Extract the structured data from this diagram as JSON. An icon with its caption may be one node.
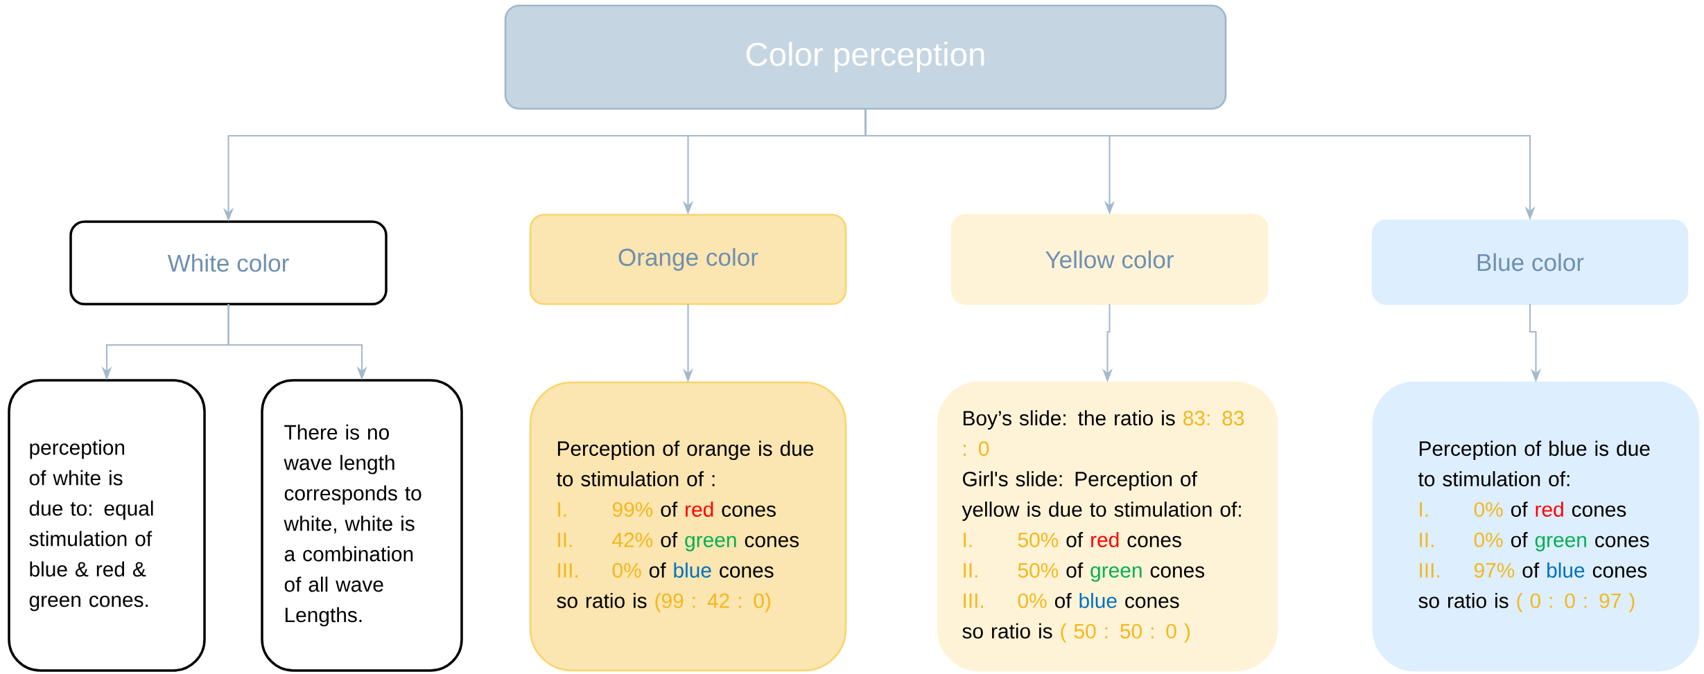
{
  "diagram": {
    "nodes": [
      {
        "text": [
          "Color perception"
        ]
      },
      {
        "text": [
          "White color"
        ]
      },
      {
        "text": [
          "Orange color"
        ]
      },
      {
        "text": [
          "Yellow color"
        ]
      },
      {
        "text": [
          "Blue color"
        ]
      },
      {
        "text": [
          "perception of white is due to: equal stimulation of blue & red & green cones."
        ]
      },
      {
        "text": [
          "There is no wave length corresponds to white, white is a combination of all wave Lengths."
        ]
      },
      {
        "text": [
          "Perception of orange is due to stimulation of :",
          "I.",
          "99%",
          "of",
          "red",
          "cones",
          "II.",
          "42%",
          "of",
          "green",
          "cones",
          "III.",
          "0%",
          "of",
          "blue",
          "cones",
          "so ratio is",
          "(99 : 42 : 0)"
        ]
      },
      {
        "text": [
          "Boy’s slide: the ratio is",
          "83: 83 : 0",
          "Girl's slide: Perception of yellow is due to stimulation of:",
          "I.",
          "50%",
          "of",
          "red",
          "cones",
          "II.",
          "50%",
          "of",
          "green",
          "cones",
          "III.",
          "0%",
          "of",
          "blue",
          "cones",
          "so ratio is",
          "( 50 : 50 : 0 )"
        ]
      },
      {
        "text": [
          "Perception of blue is due to stimulation of:",
          "I.",
          "0%",
          "of",
          "red",
          "cones",
          "II.",
          "0%",
          "of",
          "green",
          "cones",
          "III.",
          "97%",
          "of",
          "blue",
          "cones",
          "so ratio is",
          "( 0 : 0 : 97 )"
        ]
      }
    ],
    "edges": [
      {
        "from": 0,
        "to": 1,
        "arrow": "to"
      },
      {
        "from": 0,
        "to": 2,
        "arrow": "to"
      },
      {
        "from": 0,
        "to": 3,
        "arrow": "to"
      },
      {
        "from": 0,
        "to": 4,
        "arrow": "to"
      },
      {
        "from": 1,
        "to": 5,
        "arrow": "to"
      },
      {
        "from": 1,
        "to": 6,
        "arrow": "to"
      },
      {
        "from": 2,
        "to": 7,
        "arrow": "to"
      },
      {
        "from": 3,
        "to": 8,
        "arrow": "to"
      },
      {
        "from": 4,
        "to": 9,
        "arrow": "to"
      }
    ]
  }
}
